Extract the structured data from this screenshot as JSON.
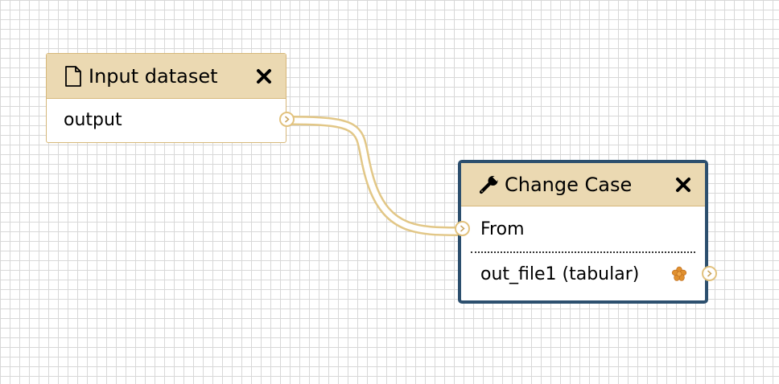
{
  "nodes": {
    "input_dataset": {
      "title": "Input dataset",
      "icon": "file-icon",
      "outputs": [
        {
          "label": "output"
        }
      ]
    },
    "change_case": {
      "title": "Change Case",
      "icon": "wrench-icon",
      "inputs": [
        {
          "label": "From"
        }
      ],
      "outputs": [
        {
          "label": "out_file1 (tabular)",
          "marker": "asterisk-icon"
        }
      ]
    }
  },
  "colors": {
    "header_bg": "#ebd9b2",
    "node_border": "#d6b779",
    "selected_border": "#2c4f6e",
    "connector": "#e7cf9c",
    "terminal": "#e2c27e",
    "asterisk": "#e0902e",
    "grid": "#d8d8d8"
  }
}
